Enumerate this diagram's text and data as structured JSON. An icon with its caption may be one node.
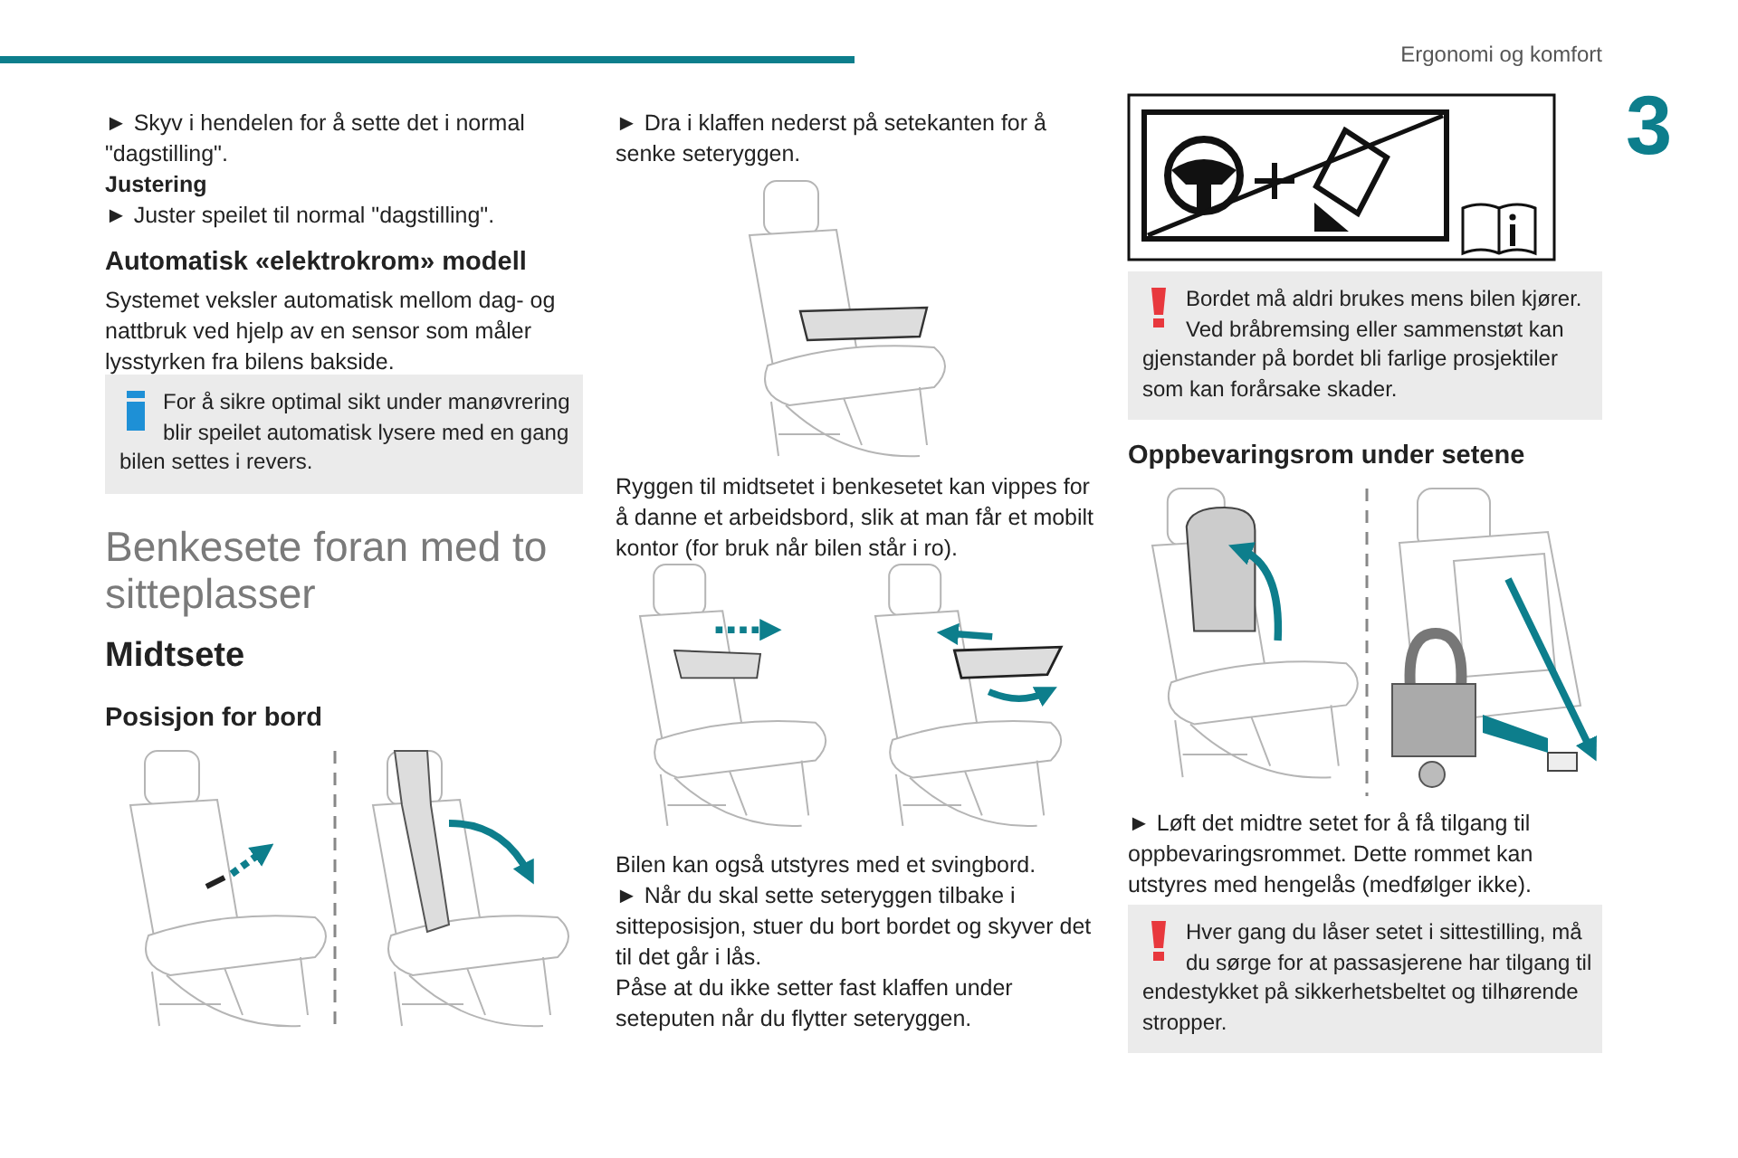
{
  "diagram": {
    "nodes": [
      {
        "text": [
          "For å sikre optimal sikt under manøvrering blir speilet automatisk lysere med en gang bilen settes i revers."
        ]
      },
      {
        "text": [
          "Bordet må aldri brukes mens bilen kjører. Ved bråbremsing eller sammenstøt kan gjenstander på bordet bli farlige prosjektiler som kan forårsake skader."
        ]
      },
      {
        "text": [
          "Hver gang du låser setet i sittestilling, må du sørge for at passasjerene har tilgang til endestykket på sikkerhetsbeltet og tilhørende stropper."
        ]
      }
    ],
    "labels": [
      "Ergonomi og komfort",
      "3",
      "► Skyv i hendelen for å sette det i normal \"dagstilling\".",
      "Justering",
      "► Juster speilet til normal \"dagstilling\".",
      "Automatisk «elektrokrom» modell",
      "Systemet veksler automatisk mellom dag- og nattbruk ved hjelp av en sensor som måler lysstyrken fra bilens bakside.",
      "Benkesete foran med to sitteplasser",
      "Midtsete",
      "Posisjon for bord",
      "► Dra i klaffen nederst på setekanten for å senke seteryggen.",
      "Ryggen til midtsetet i benkesetet kan vippes for å danne et arbeidsbord, slik at man får et mobilt kontor (for bruk når bilen står i ro).",
      "Bilen kan også utstyres med et svingbord.",
      "► Når du skal sette seteryggen tilbake i sitteposisjon, stuer du bort bordet og skyver det til det går i lås.",
      "Påse at du ikke setter fast klaffen under seteputen når du flytter seteryggen.",
      "Oppbevaringsrom under setene",
      "► Løft det midtre setet for å få tilgang til oppbevaringsrommet. Dette rommet kan utstyres med hengelås (medfølger ikke)."
    ]
  }
}
